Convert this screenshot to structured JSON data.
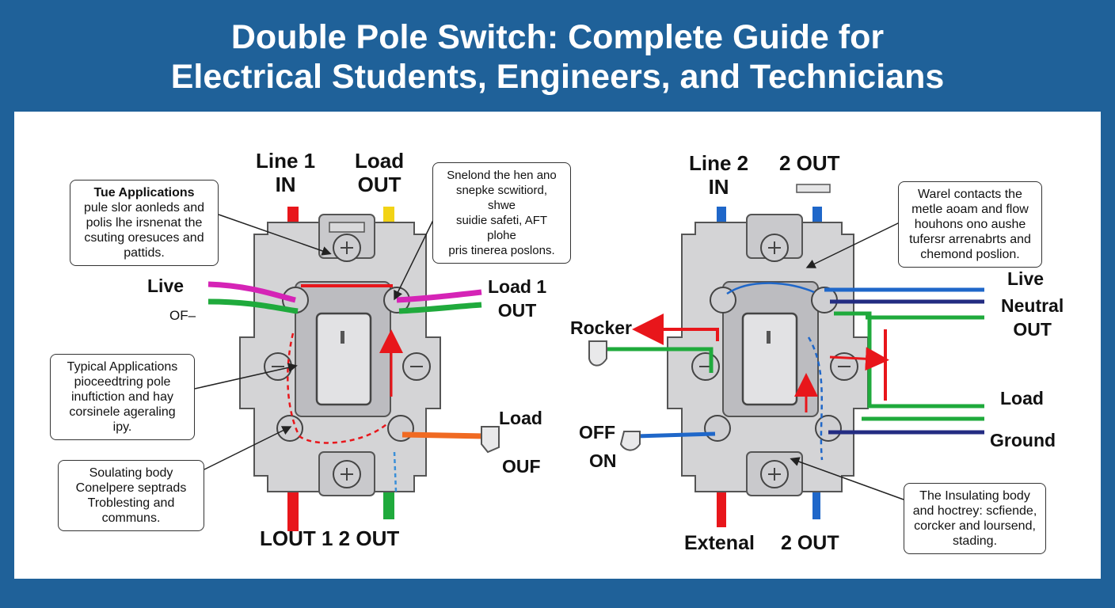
{
  "title": {
    "line1": "Double Pole Switch: Complete Guide for",
    "line2": "Electrical Students, Engineers, and Technicians"
  },
  "left_diagram": {
    "labels": {
      "line1_in": [
        "Line 1",
        "IN"
      ],
      "load_out": [
        "Load",
        "OUT"
      ],
      "live": "Live",
      "off": "OF–",
      "load1_out": [
        "Load 1",
        "OUT"
      ],
      "load": "Load",
      "ouf": "OUF",
      "bottom": "LOUT 1  2 OUT"
    },
    "callouts": {
      "tue_applications": {
        "heading": "Tue Applications",
        "lines": [
          "pule slor aonleds and",
          "polis lhe irsnenat the",
          "csuting oresuces and",
          "pattids."
        ]
      },
      "top_right": {
        "lines": [
          "Snelond the hen ano",
          "snepke scwitiord, shwe",
          "suidie safeti, AFT plohe",
          "pris tinerea poslons."
        ]
      },
      "typical_applications": {
        "lines": [
          "Typical Applications",
          "pioceedtring pole",
          "inuftiction and hay",
          "corsinele ageraling",
          "ipy."
        ]
      },
      "insulating_body": {
        "lines": [
          "Soulating body",
          "Conelpere septrads",
          "Troblesting and",
          "communs."
        ]
      }
    }
  },
  "right_diagram": {
    "labels": {
      "line2_in": [
        "Line 2",
        "IN"
      ],
      "two_out": "2 OUT",
      "rocker": "Rocker",
      "off": "OFF",
      "on": "ON",
      "live": "Live",
      "neutral_out": [
        "Neutral",
        "OUT"
      ],
      "load": "Load",
      "ground": "Ground",
      "bottom_left": "Extenal",
      "bottom_right": "2 OUT"
    },
    "callouts": {
      "top_right": {
        "lines": [
          "Warel contacts the",
          "metle aoam and flow",
          "houhons ono aushe",
          "tufersr arrenabrts and",
          "chemond poslion."
        ]
      },
      "bottom_right": {
        "lines": [
          "The Insulating body",
          "and hoctrey: scfiende,",
          "corcker and loursend,",
          "stading."
        ]
      }
    }
  },
  "colors": {
    "frame_blue": "#1f6199",
    "line_red": "#e8161b",
    "load_yellow": "#f2d316",
    "wire_green": "#1faa3c",
    "wire_magenta": "#d524b6",
    "wire_orange": "#f06a22",
    "wire_blue": "#1f67c9",
    "wire_navy": "#232c82",
    "switch_gray": "#d4d4d6"
  }
}
